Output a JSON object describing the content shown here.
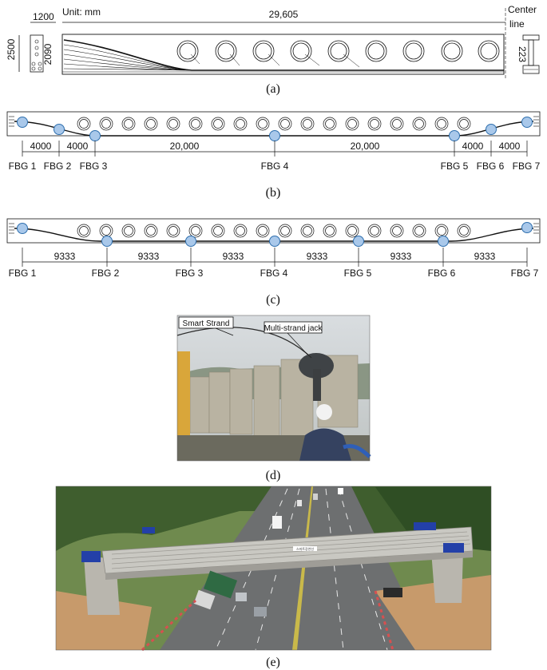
{
  "panel_a": {
    "unit_label": "Unit: mm",
    "dim_1200": "1200",
    "dim_2500": "2500",
    "dim_2090": "2090",
    "dim_29605": "29,605",
    "center_line": [
      "Center",
      "line"
    ],
    "dim_223": "223",
    "caption": "(a)"
  },
  "panel_b": {
    "spacings": [
      "4000",
      "4000",
      "20,000",
      "20,000",
      "4000",
      "4000"
    ],
    "sensors": [
      "FBG 1",
      "FBG 2",
      "FBG 3",
      "FBG 4",
      "FBG 5",
      "FBG 6",
      "FBG 7"
    ],
    "caption": "(b)"
  },
  "panel_c": {
    "spacings": [
      "9333",
      "9333",
      "9333",
      "9333",
      "9333",
      "9333"
    ],
    "sensors": [
      "FBG 1",
      "FBG 2",
      "FBG 3",
      "FBG 4",
      "FBG 5",
      "FBG 6",
      "FBG 7"
    ],
    "caption": "(c)"
  },
  "panel_d": {
    "callout_1": "Smart Strand",
    "callout_2": "Multi-strand jack",
    "caption": "(d)"
  },
  "panel_e": {
    "girder_sign": "스마트강연선",
    "caption": "(e)"
  },
  "colors": {
    "sensor_fill": "#a9c8ea",
    "sensor_stroke": "#2e6fae",
    "line": "#111111"
  }
}
